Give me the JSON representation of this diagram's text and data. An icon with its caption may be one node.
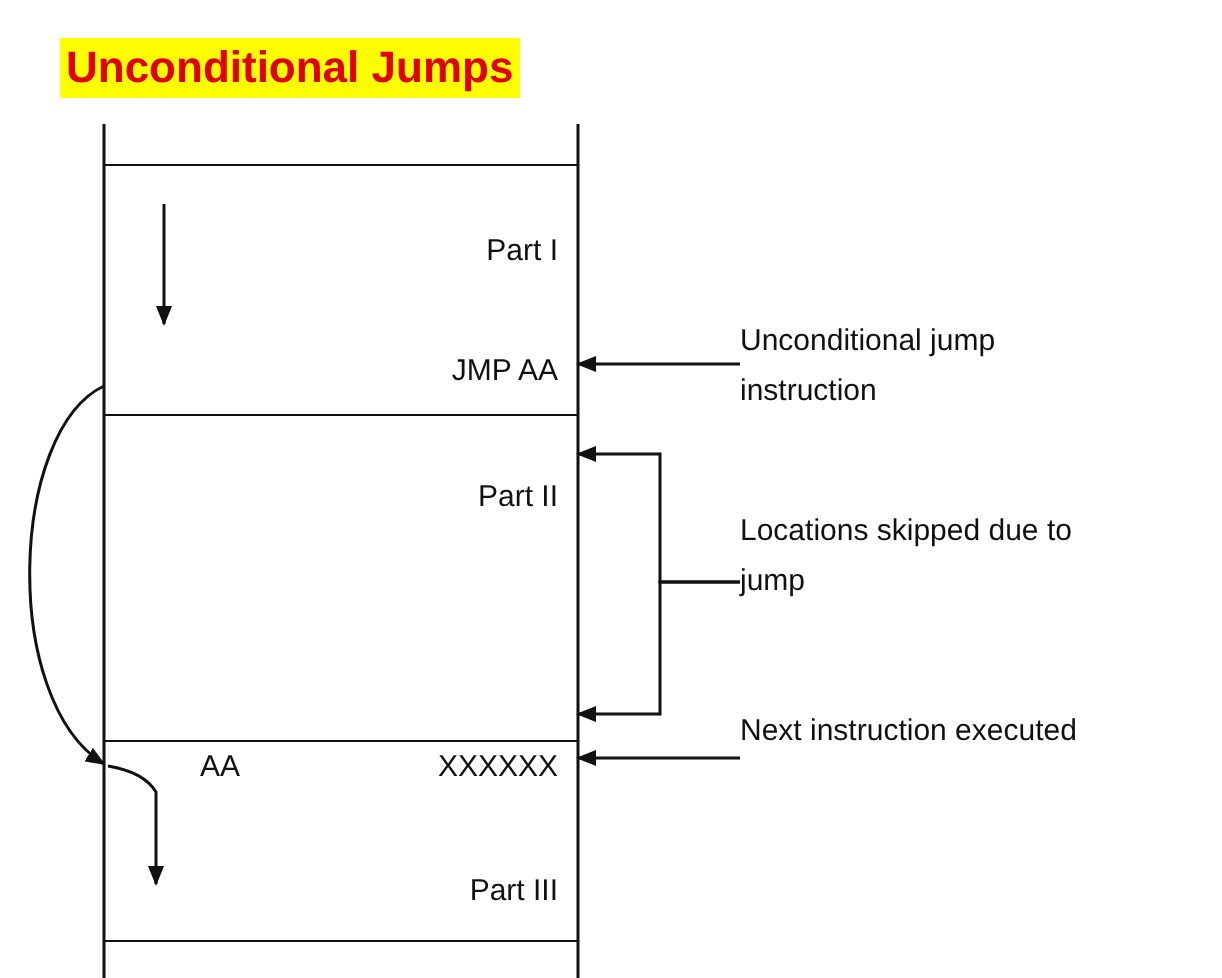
{
  "diagram": {
    "title": "Unconditional Jumps",
    "nodes": [
      {
        "text": [
          "Part I",
          "JMP AA"
        ]
      },
      {
        "text": [
          "Part II"
        ]
      },
      {
        "text": [
          "AA",
          "XXXXXX",
          "Part III"
        ]
      },
      {
        "text": [
          "Unconditional jump instruction"
        ]
      },
      {
        "text": [
          "Locations skipped due to jump"
        ]
      },
      {
        "text": [
          "Next instruction executed"
        ]
      }
    ],
    "edges": [
      {
        "from": 0,
        "to": 2,
        "arrow": "to"
      },
      {
        "from": 3,
        "to": 0,
        "arrow": "to"
      },
      {
        "from": 4,
        "to": 1,
        "arrow": "to"
      },
      {
        "from": 4,
        "to": 1,
        "arrow": "to"
      },
      {
        "from": 5,
        "to": 2,
        "arrow": "to"
      }
    ]
  }
}
